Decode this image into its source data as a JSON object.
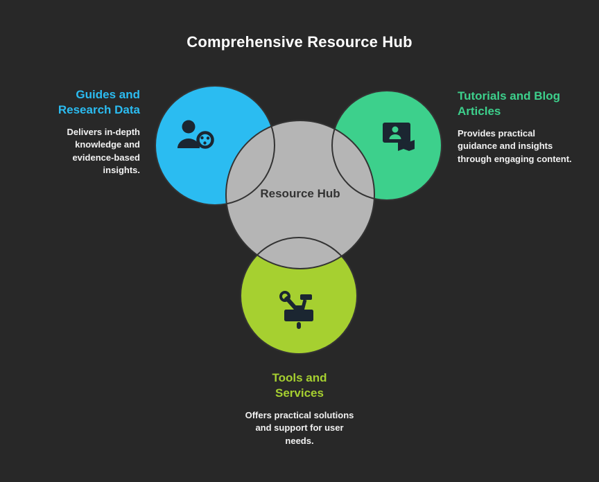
{
  "title": "Comprehensive Resource Hub",
  "hub": {
    "label": "Resource Hub"
  },
  "sections": {
    "guides": {
      "heading": "Guides and Research Data",
      "description": "Delivers in-depth knowledge and evidence-based insights.",
      "color": "#2bbcf1",
      "icon": "person-search-icon"
    },
    "tutorials": {
      "heading": "Tutorials and Blog Articles",
      "description": "Provides practical guidance and insights through engaging content.",
      "color": "#3dd08c",
      "icon": "presentation-map-icon"
    },
    "tools": {
      "heading": "Tools and Services",
      "description": "Offers practical solutions and support for user needs.",
      "color": "#a6d030",
      "icon": "wrench-hammer-icon"
    }
  },
  "colors": {
    "background": "#282828",
    "hub_fill": "#b5b5b5",
    "outline": "#333333",
    "title_text": "#ffffff",
    "body_text": "#f2f2f2",
    "icon_dark": "#1b2631",
    "hub_text": "#333333"
  }
}
